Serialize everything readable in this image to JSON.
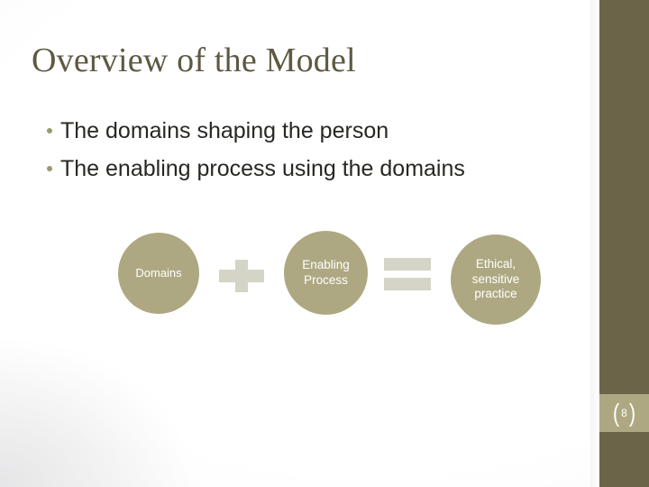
{
  "slide": {
    "title": "Overview of the Model",
    "page_number": "8",
    "bracket_left": "(",
    "bracket_right": ")",
    "bullets": [
      "The domains shaping the person",
      "The enabling process using the domains"
    ]
  },
  "diagram": {
    "nodes": [
      {
        "label": "Domains"
      },
      {
        "label": "Enabling\nProcess",
        "line1": "Enabling",
        "line2": "Process"
      },
      {
        "label": "Ethical, sensitive practice",
        "line1": "Ethical,",
        "line2": "sensitive",
        "line3": "practice"
      }
    ],
    "operators": [
      {
        "name": "plus",
        "symbol": "+"
      },
      {
        "name": "equals",
        "symbol": "="
      }
    ]
  },
  "colors": {
    "title": "#5d5943",
    "body_text": "#272723",
    "bullet_dot": "#9c9871",
    "circle_fill": "#ada882",
    "operator_fill": "#d4d4c7",
    "sidebar": "#6b6449",
    "page_band": "#ada882",
    "background": "#ffffff"
  }
}
